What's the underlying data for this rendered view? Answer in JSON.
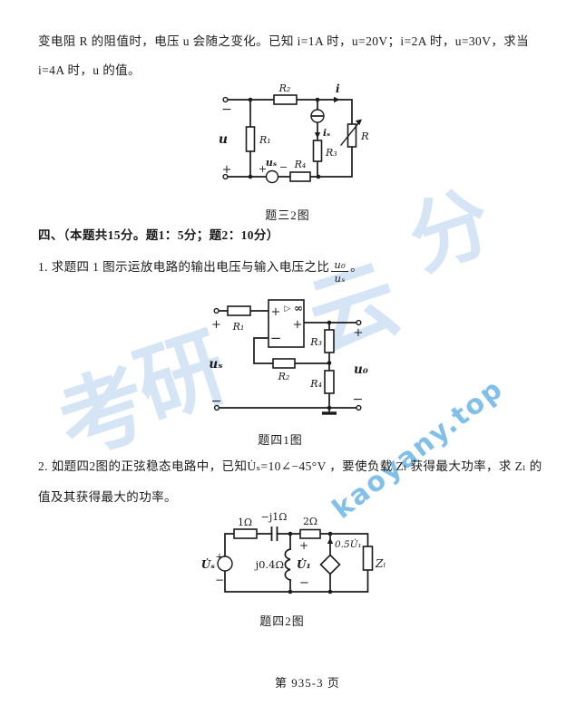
{
  "signs": {
    "plus": "+",
    "minus": "−"
  },
  "problem3": {
    "line1": "变电阻 R 的阻值时，电压 u 会随之变化。已知 i=1A 时，u=20V；i=2A 时，u=30V，求当",
    "line2": "i=4A 时，u 的值。",
    "figure": {
      "caption": "题三2图",
      "u": "u",
      "r1": "R₁",
      "r2": "R₂",
      "r3": "R₃",
      "r4": "R₄",
      "us": "uₛ",
      "is": "iₛ",
      "i": "i",
      "r": "R"
    }
  },
  "section4": {
    "heading": "四、（本题共15分。题1：5分；题2：10分）",
    "item1": {
      "text": "1. 求题四 1 图示运放电路的输出电压与输入电压之比",
      "frac_num": "u₀",
      "frac_den": "uₛ",
      "after": "。",
      "figure": {
        "caption": "题四1图",
        "r1": "R₁",
        "r2": "R₂",
        "r3": "R₃",
        "r4": "R₄",
        "us": "uₛ",
        "u0": "u₀",
        "tri": "▷",
        "inf": "∞"
      }
    },
    "item2": {
      "line1": "2. 如题四2图的正弦稳态电路中，已知U̇ₛ=10∠−45°V ，要使负载 Zₗ 获得最大功率，求 Zₗ 的",
      "line2": "值及其获得最大的功率。",
      "figure": {
        "caption": "题四2图",
        "r_1ohm": "1Ω",
        "cap": "−j1Ω",
        "r_2ohm": "2Ω",
        "us": "U̇ₛ",
        "ind": "j0.4Ω",
        "u1": "U̇₁",
        "dep": "0.5U̇₁",
        "zl": "Zₗ"
      }
    }
  },
  "page": {
    "footer": "第 935-3 页"
  },
  "watermark": {
    "site": "kaoyany.top",
    "chars": [
      "考",
      "研",
      "云",
      "分"
    ]
  }
}
